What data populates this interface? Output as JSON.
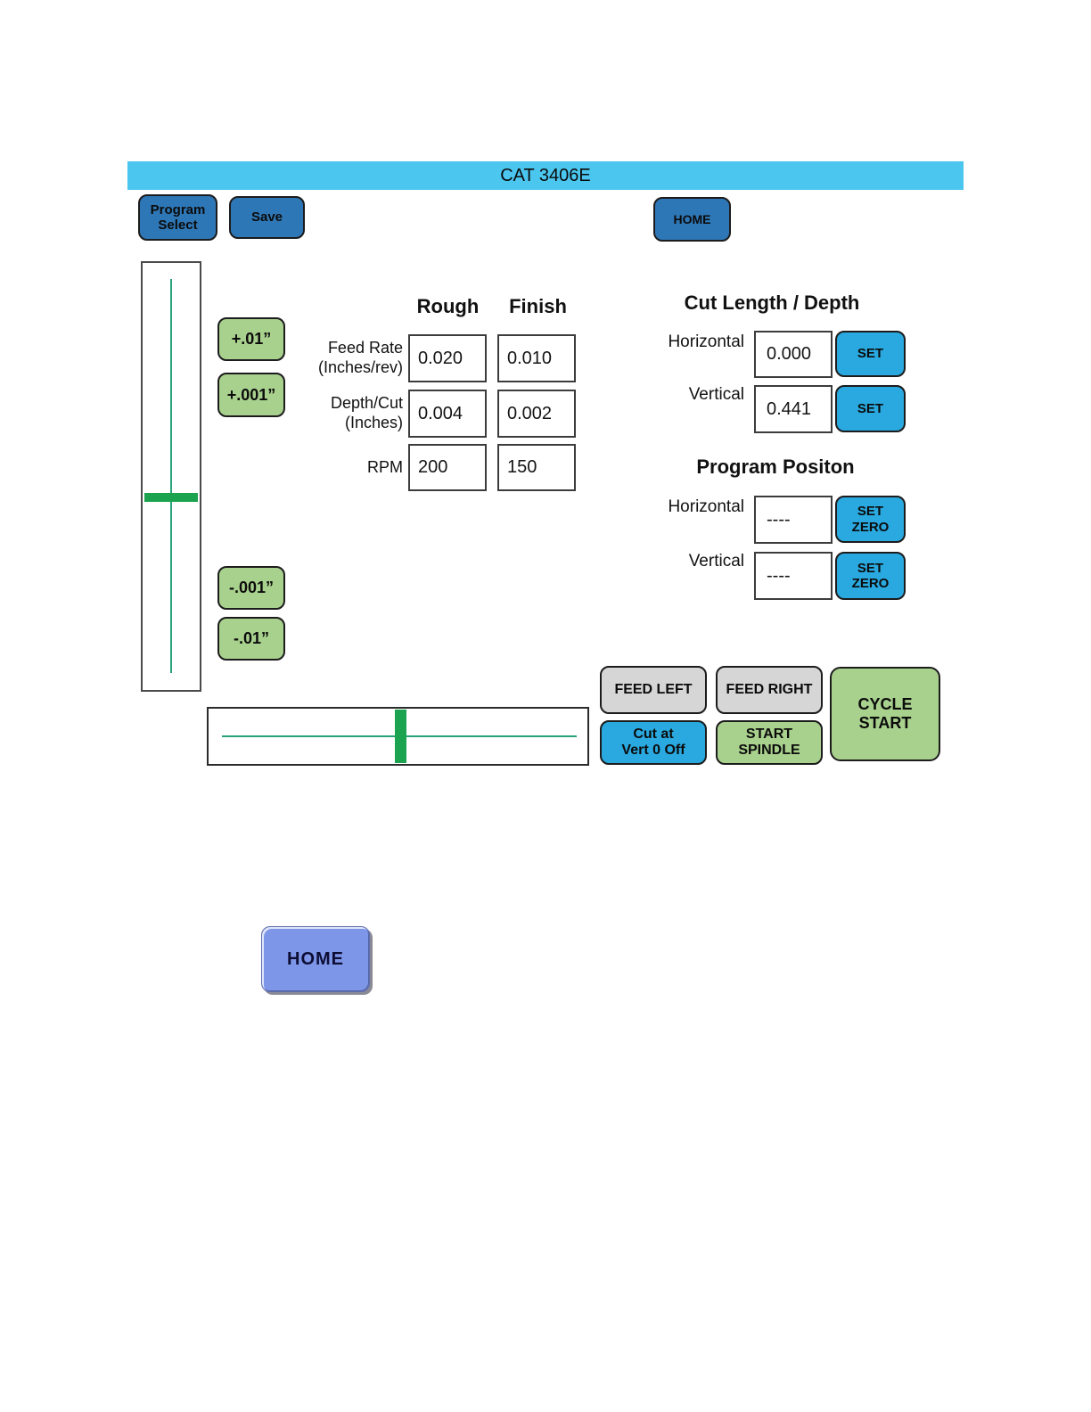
{
  "title_bar": {
    "title": "CAT 3406E"
  },
  "toolbar": {
    "program_select": "Program\nSelect",
    "save": "Save",
    "home": "HOME"
  },
  "jog": {
    "plus_01": "+.01”",
    "plus_001": "+.001”",
    "minus_001": "-.001”",
    "minus_01": "-.01”"
  },
  "parameters": {
    "headers": {
      "rough": "Rough",
      "finish": "Finish"
    },
    "rows": [
      {
        "label": "Feed Rate\n(Inches/rev)",
        "rough": "0.020",
        "finish": "0.010"
      },
      {
        "label": "Depth/Cut\n(Inches)",
        "rough": "0.004",
        "finish": "0.002"
      },
      {
        "label": "RPM",
        "rough": "200",
        "finish": "150"
      }
    ]
  },
  "cut_length_depth": {
    "heading": "Cut Length / Depth",
    "horizontal": {
      "label": "Horizontal",
      "value": "0.000",
      "button": "SET"
    },
    "vertical": {
      "label": "Vertical",
      "value": "0.441",
      "button": "SET"
    }
  },
  "program_position": {
    "heading": "Program Positon",
    "horizontal": {
      "label": "Horizontal",
      "value": "----",
      "button": "SET\nZERO"
    },
    "vertical": {
      "label": "Vertical",
      "value": "----",
      "button": "SET\nZERO"
    }
  },
  "controls": {
    "feed_left": "FEED LEFT",
    "feed_right": "FEED RIGHT",
    "cycle_start": "CYCLE START",
    "cut_at_vert_0_off": "Cut at\nVert 0 Off",
    "start_spindle": "START\nSPINDLE"
  },
  "bottom": {
    "home": "HOME"
  },
  "colors": {
    "title_bar": "#4AC6EF",
    "steel_blue_button": "#2E77B6",
    "bright_blue_button": "#29A9E0",
    "green_button": "#A9D18E",
    "gray_button": "#D6D6D6",
    "position_marker_green": "#1CA34F",
    "axis_line_green": "#2AA37A",
    "home_bottom_button": "#7D96E8"
  }
}
